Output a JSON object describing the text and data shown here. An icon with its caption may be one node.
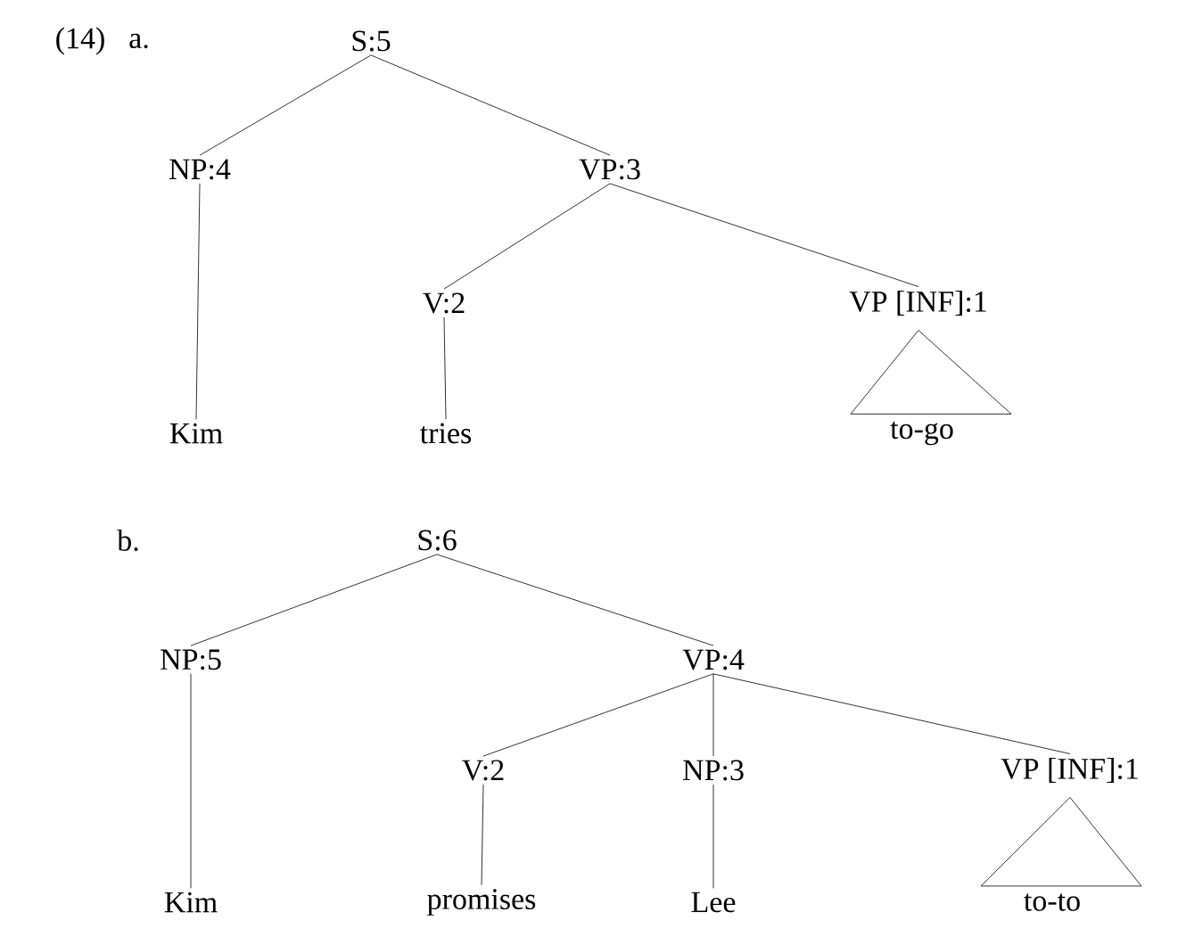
{
  "diagram": {
    "nodes": [
      {
        "text": [
          "S:5"
        ]
      },
      {
        "text": [
          "NP:4"
        ]
      },
      {
        "text": [
          "VP:3"
        ]
      },
      {
        "text": [
          "V:2"
        ]
      },
      {
        "text": [
          "VP [INF]:1"
        ]
      },
      {
        "text": [
          "Kim"
        ]
      },
      {
        "text": [
          "tries"
        ]
      },
      {
        "text": [
          "to-go"
        ]
      },
      {
        "text": [
          "S:6"
        ]
      },
      {
        "text": [
          "NP:5"
        ]
      },
      {
        "text": [
          "VP:4"
        ]
      },
      {
        "text": [
          "V:2"
        ]
      },
      {
        "text": [
          "NP:3"
        ]
      },
      {
        "text": [
          "VP [INF]:1"
        ]
      },
      {
        "text": [
          "Kim"
        ]
      },
      {
        "text": [
          "promises"
        ]
      },
      {
        "text": [
          "Lee"
        ]
      },
      {
        "text": [
          "to-to"
        ]
      }
    ],
    "edges": [
      {
        "from": 0,
        "to": 1,
        "arrow": "none"
      },
      {
        "from": 0,
        "to": 2,
        "arrow": "none"
      },
      {
        "from": 1,
        "to": 5,
        "arrow": "none"
      },
      {
        "from": 2,
        "to": 3,
        "arrow": "none"
      },
      {
        "from": 2,
        "to": 4,
        "arrow": "none"
      },
      {
        "from": 3,
        "to": 6,
        "arrow": "none"
      },
      {
        "from": 4,
        "to": 7,
        "arrow": "none"
      },
      {
        "from": 8,
        "to": 9,
        "arrow": "none"
      },
      {
        "from": 8,
        "to": 10,
        "arrow": "none"
      },
      {
        "from": 9,
        "to": 14,
        "arrow": "none"
      },
      {
        "from": 10,
        "to": 11,
        "arrow": "none"
      },
      {
        "from": 10,
        "to": 12,
        "arrow": "none"
      },
      {
        "from": 10,
        "to": 13,
        "arrow": "none"
      },
      {
        "from": 11,
        "to": 15,
        "arrow": "none"
      },
      {
        "from": 12,
        "to": 16,
        "arrow": "none"
      },
      {
        "from": 13,
        "to": 17,
        "arrow": "none"
      }
    ],
    "labels": [
      "(14)",
      "a.",
      "b."
    ]
  }
}
